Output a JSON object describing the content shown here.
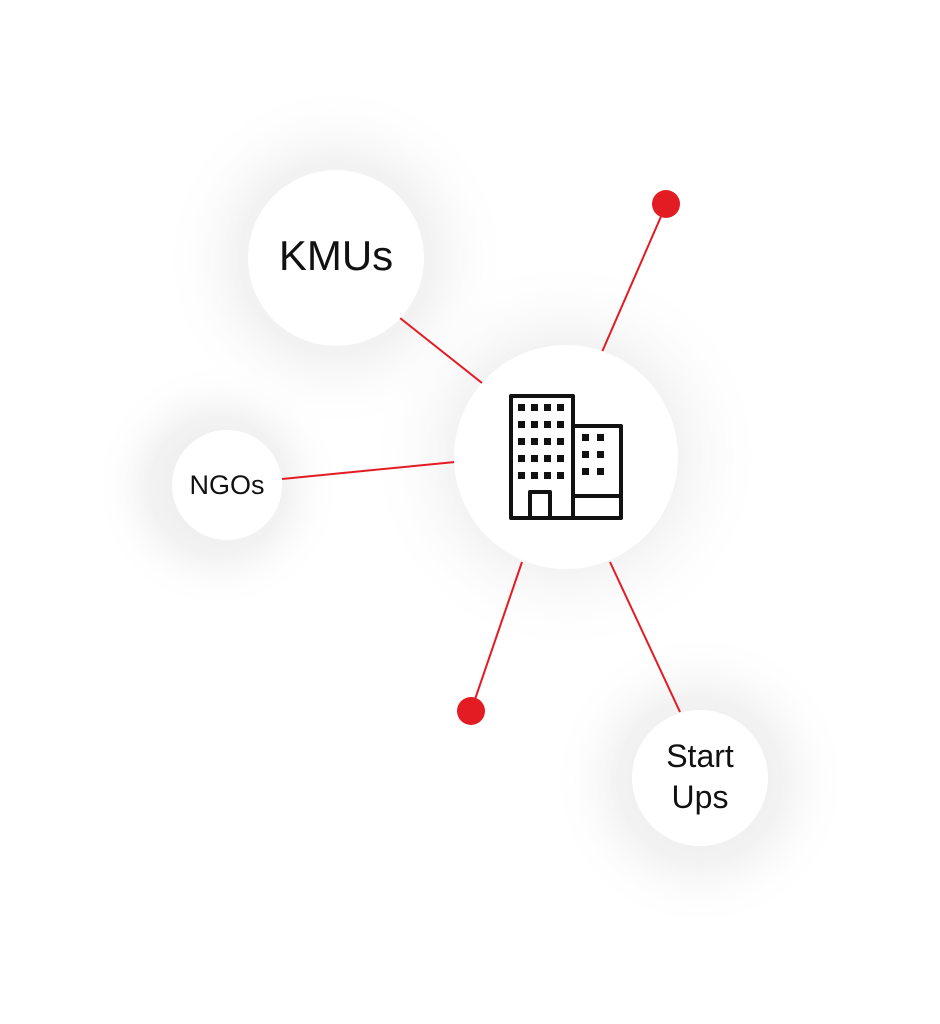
{
  "diagram": {
    "center_icon": "office-building-icon",
    "nodes": {
      "kmus": {
        "label": "KMUs"
      },
      "ngos": {
        "label": "NGOs"
      },
      "startups": {
        "label_line1": "Start",
        "label_line2": "Ups"
      }
    }
  },
  "colors": {
    "connector": "#e31b23",
    "node_fill": "#ffffff",
    "halo": "#f2f2f2",
    "icon_stroke": "#111111"
  }
}
